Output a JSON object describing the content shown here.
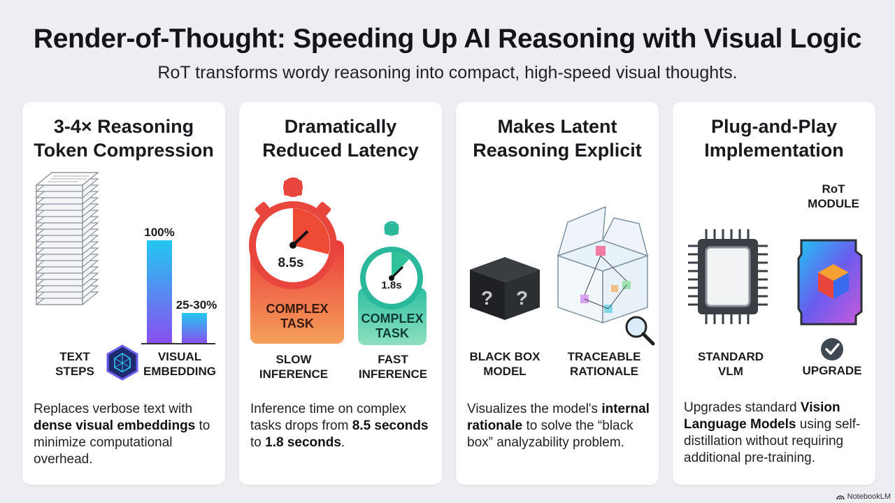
{
  "title": "Render-of-Thought: Speeding Up AI Reasoning with Visual Logic",
  "subtitle": "RoT transforms wordy reasoning into compact, high-speed visual thoughts.",
  "cards": [
    {
      "title": "3-4× Reasoning\nToken Compression",
      "bar_high_label": "100%",
      "bar_low_label": "25-30%",
      "label_left": "TEXT\nSTEPS",
      "label_right": "VISUAL\nEMBEDDING",
      "desc_1": "Replaces verbose text with ",
      "desc_b1": "dense visual embeddings",
      "desc_2": " to minimize computational overhead."
    },
    {
      "title": "Dramatically\nReduced Latency",
      "slow_time": "8.5s",
      "slow_task": "COMPLEX\nTASK",
      "fast_time": "1.8s",
      "fast_task": "COMPLEX\nTASK",
      "label_left": "SLOW\nINFERENCE",
      "label_right": "FAST\nINFERENCE",
      "desc_1": "Inference time on complex tasks drops from ",
      "desc_b1": "8.5 seconds",
      "desc_2": " to ",
      "desc_b2": "1.8 seconds",
      "desc_3": "."
    },
    {
      "title": "Makes Latent\nReasoning Explicit",
      "label_left": "BLACK BOX\nMODEL",
      "label_right": "TRACEABLE\nRATIONALE",
      "desc_1": "Visualizes the model's ",
      "desc_b1": "internal rationale",
      "desc_2": " to solve the “black box” analyzability problem."
    },
    {
      "title": "Plug-and-Play\nImplementation",
      "module_label": "RoT\nMODULE",
      "label_left": "STANDARD\nVLM",
      "label_right": "UPGRADE",
      "desc_1": "Upgrades standard ",
      "desc_b1": "Vision Language Models",
      "desc_2": " using self-distillation without requiring additional pre-training."
    }
  ],
  "footer": "NotebookLM",
  "colors": {
    "accent_red": "#e8453c",
    "accent_teal": "#2bb89a",
    "bar_gradient_top": "#22c8f0",
    "bar_gradient_bottom": "#8a4ef0"
  }
}
